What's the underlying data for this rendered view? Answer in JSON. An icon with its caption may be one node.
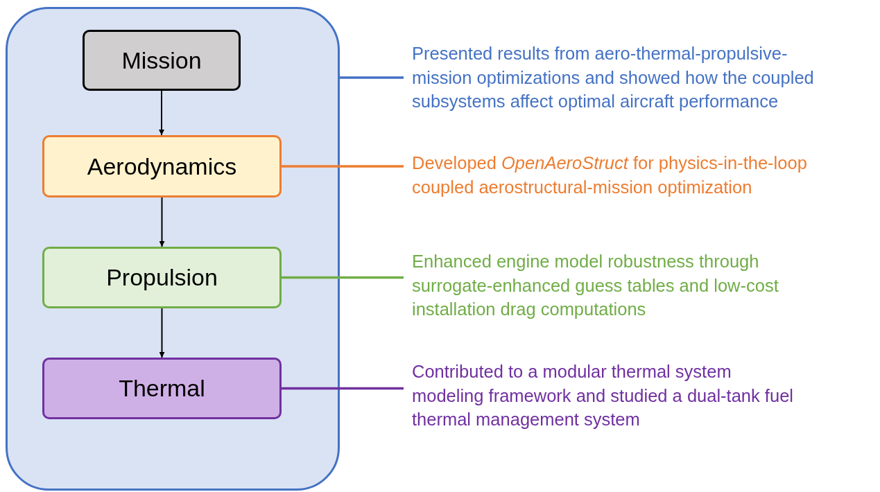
{
  "diagram": {
    "nodes": [
      {
        "text": [],
        "shape": "box"
      },
      {
        "text": [
          "Mission"
        ],
        "in": 0
      },
      {
        "text": [
          "Aerodynamics"
        ],
        "in": 0
      },
      {
        "text": [
          "Propulsion"
        ],
        "in": 0
      },
      {
        "text": [
          "Thermal"
        ],
        "in": 0
      },
      {
        "text": [
          "Presented results from aero-thermal-propulsive-mission optimizations and showed how the coupled subsystems affect optimal aircraft performance"
        ]
      },
      {
        "text": [
          "Developed *OpenAeroStruct* for physics-in-the-loop coupled aerostructural-mission optimization"
        ]
      },
      {
        "text": [
          "Enhanced engine model robustness through surrogate-enhanced guess tables and low-cost installation drag computations"
        ]
      },
      {
        "text": [
          "Contributed to a modular thermal system modeling framework and studied a dual-tank fuel thermal management system"
        ]
      }
    ],
    "edges": [
      {
        "from": 1,
        "to": 2,
        "arrow": "to"
      },
      {
        "from": 2,
        "to": 3,
        "arrow": "to"
      },
      {
        "from": 3,
        "to": 4,
        "arrow": "to"
      },
      {
        "from": 0,
        "to": 5,
        "arrow": "none",
        "color": "#4472c4"
      },
      {
        "from": 2,
        "to": 6,
        "arrow": "none",
        "color": "#ed7d31"
      },
      {
        "from": 3,
        "to": 7,
        "arrow": "none",
        "color": "#70ad47"
      },
      {
        "from": 4,
        "to": 8,
        "arrow": "none",
        "color": "#7030a0"
      }
    ]
  }
}
